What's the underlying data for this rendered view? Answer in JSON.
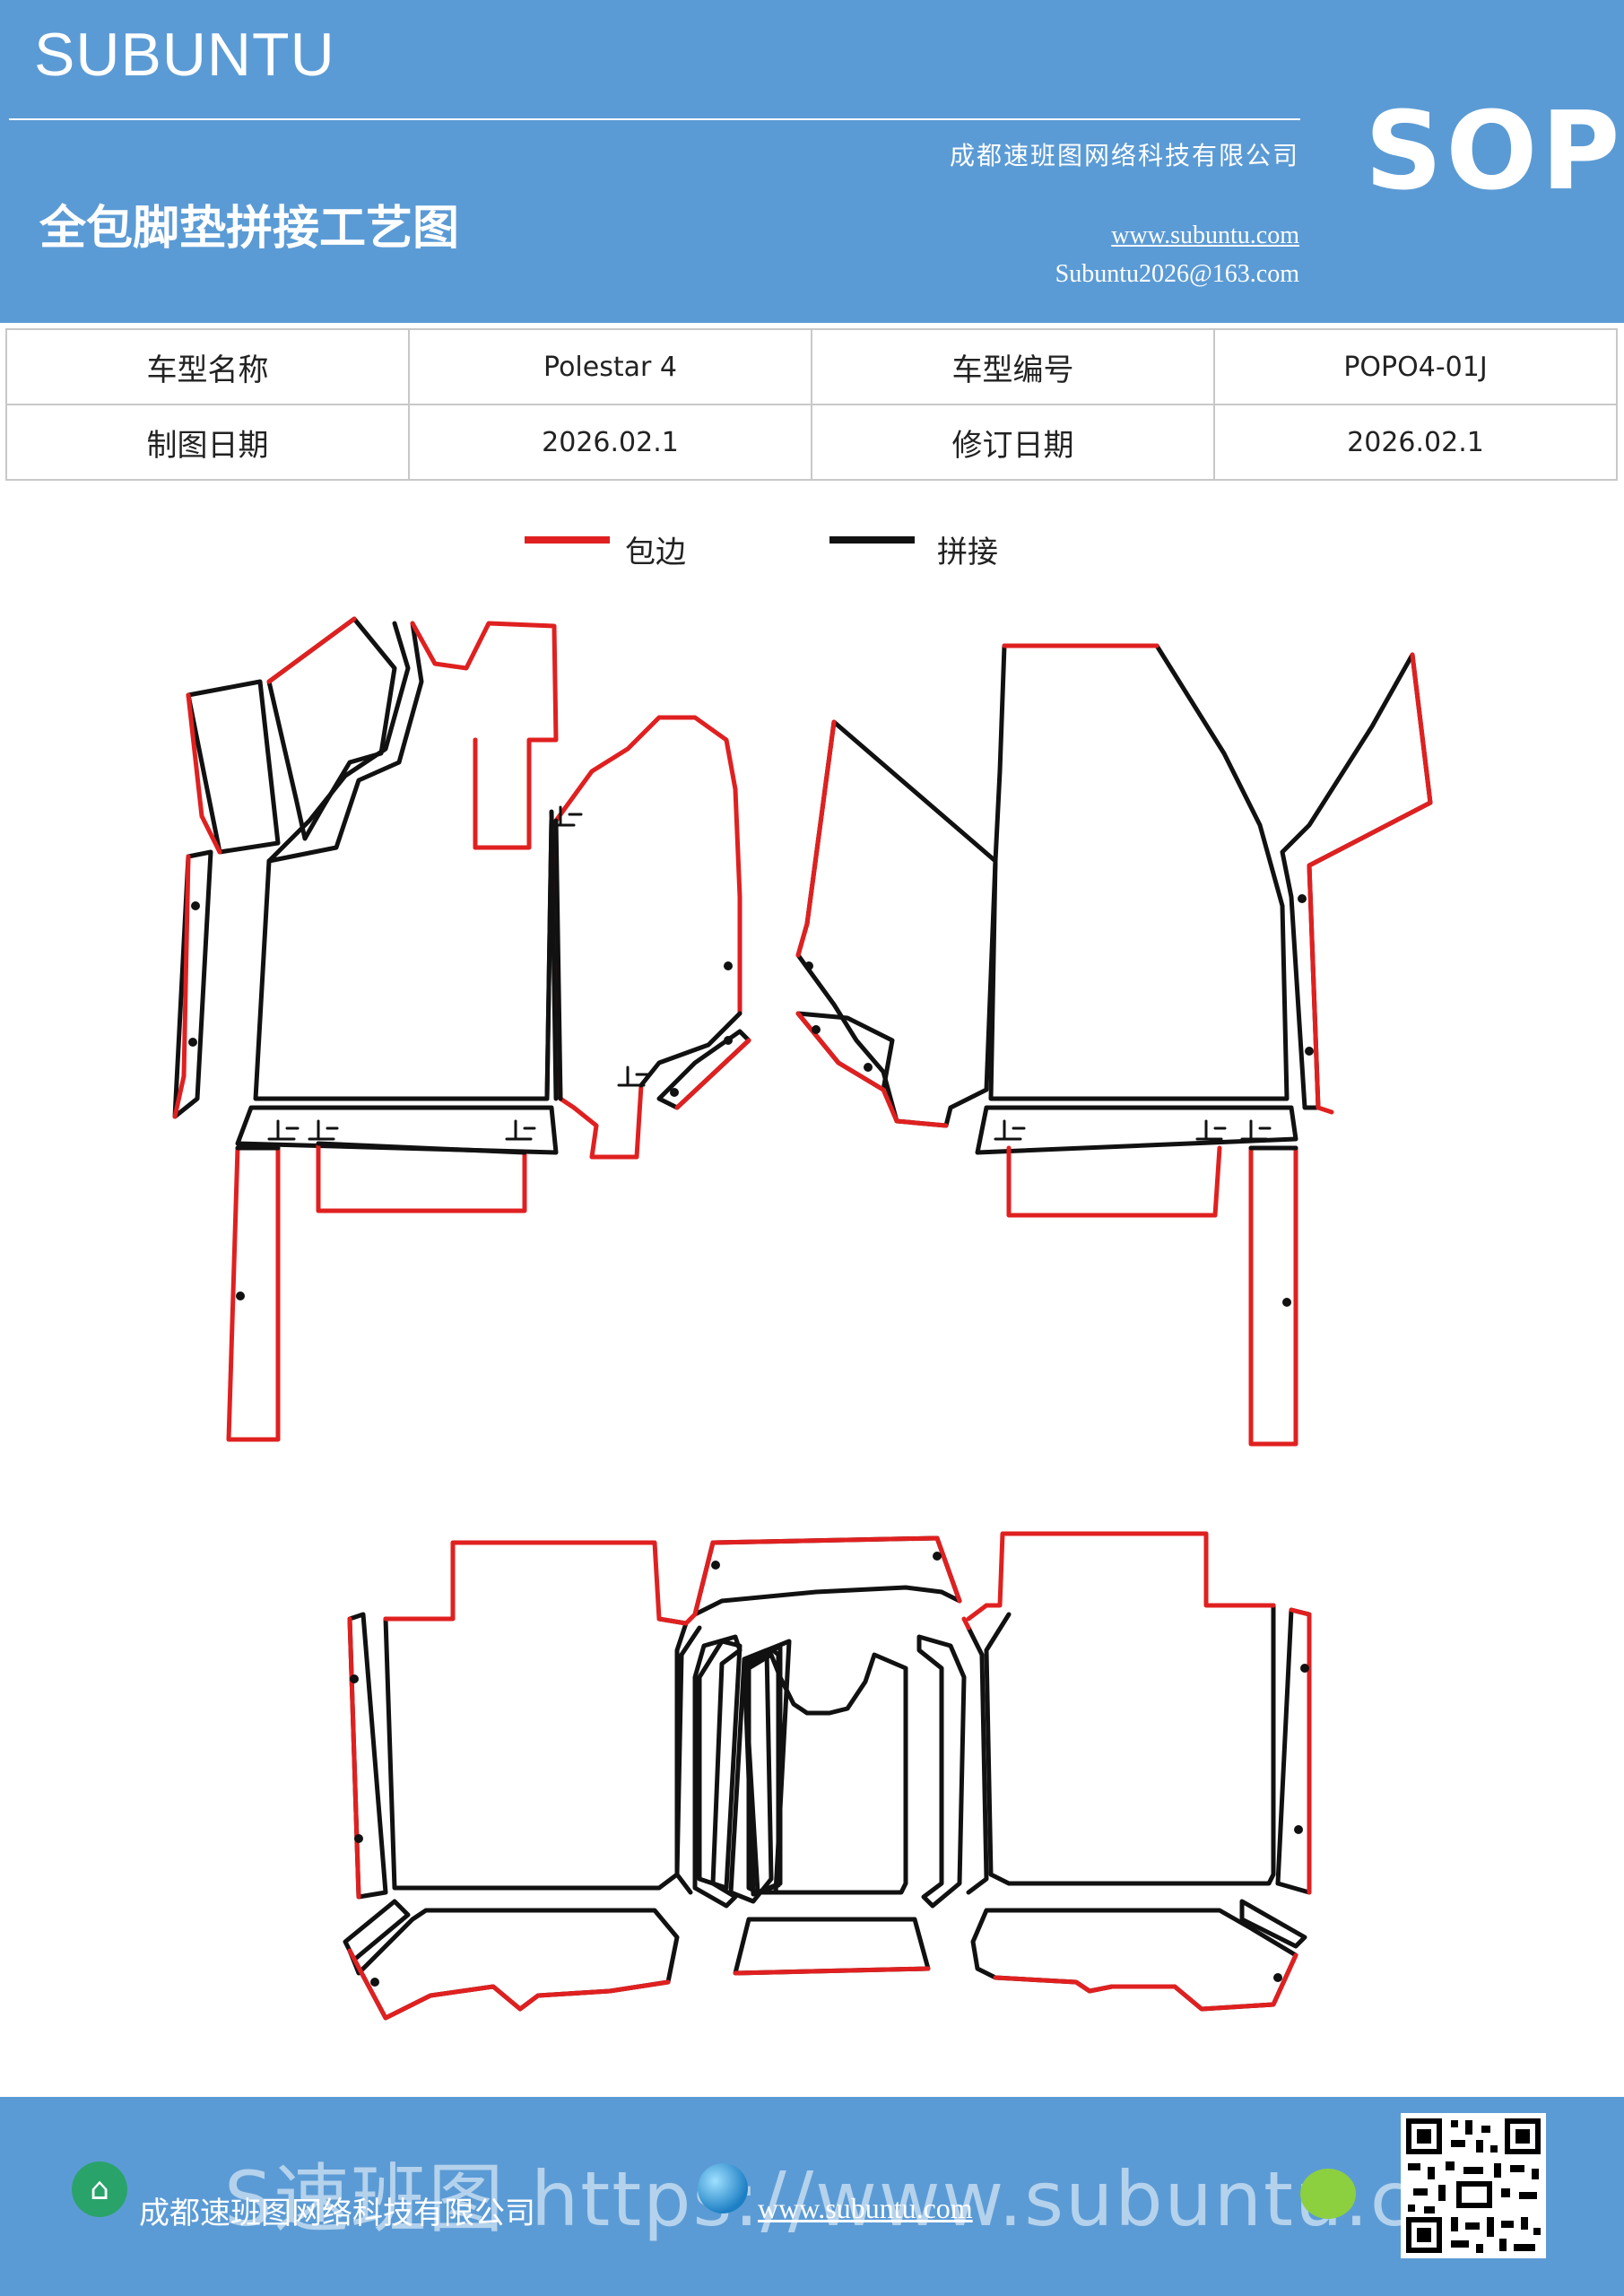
{
  "header": {
    "brand": "SUBUNTU",
    "title": "全包脚垫拼接工艺图",
    "company": "成都速班图网络科技有限公司",
    "website": "www.subuntu.com",
    "email": "Subuntu2026@163.com",
    "badge": "SOP",
    "bg_color": "#5b9bd5"
  },
  "info_table": {
    "model_name_label": "车型名称",
    "model_name_value": "Polestar  4",
    "model_code_label": "车型编号",
    "model_code_value": "POPO4-01J",
    "draw_date_label": "制图日期",
    "draw_date_value": "2026.02.1",
    "revise_date_label": "修订日期",
    "revise_date_value": "2026.02.1"
  },
  "legend": {
    "edge_label": "包边",
    "edge_color": "#e02020",
    "join_label": "拼接",
    "join_color": "#111111"
  },
  "footer": {
    "company": "成都速班图网络科技有限公司",
    "website": "www.subuntu.com",
    "watermark": "S速班图 https://www.subuntu.com",
    "qr_label": "qr-code",
    "icons": [
      "building-icon",
      "globe-icon",
      "wechat-icon"
    ]
  }
}
